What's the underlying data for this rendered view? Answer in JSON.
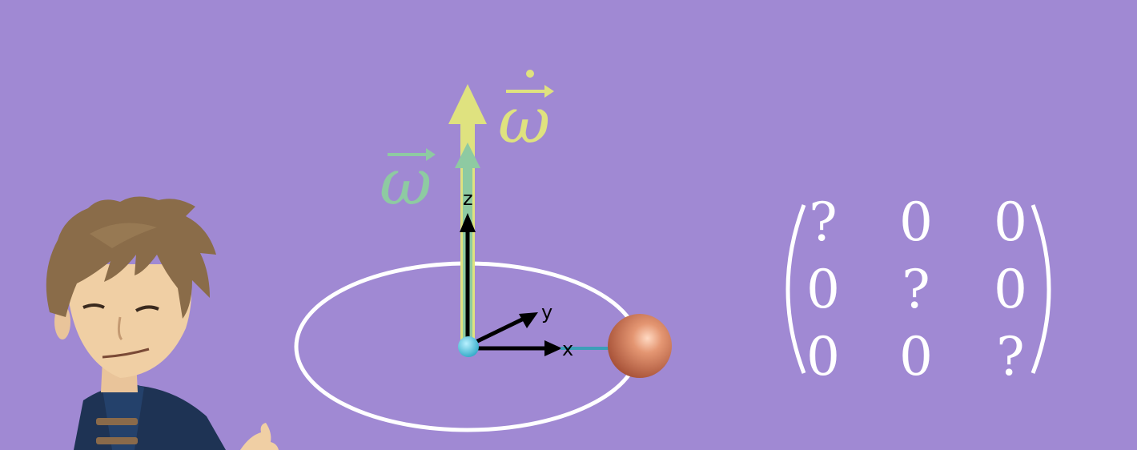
{
  "colors": {
    "background": "#a089d3",
    "omega_dot": "#dfe27f",
    "omega": "#8ecaa2",
    "orbit": "#ffffff",
    "axes": "#000000",
    "pivot": "#4fc9e3",
    "sphere": "#d8855f",
    "matrix_text": "#ffffff"
  },
  "vectors": {
    "omega_dot_symbol": "ω",
    "omega_symbol": "ω"
  },
  "axes": {
    "x": "x",
    "y": "y",
    "z": "z"
  },
  "matrix": {
    "rows": [
      [
        "?",
        "0",
        "0"
      ],
      [
        "0",
        "?",
        "0"
      ],
      [
        "0",
        "0",
        "?"
      ]
    ]
  },
  "icons": {
    "character": "presenter-character-icon",
    "sphere": "copper-sphere-icon",
    "pivot": "pivot-ball-icon"
  }
}
